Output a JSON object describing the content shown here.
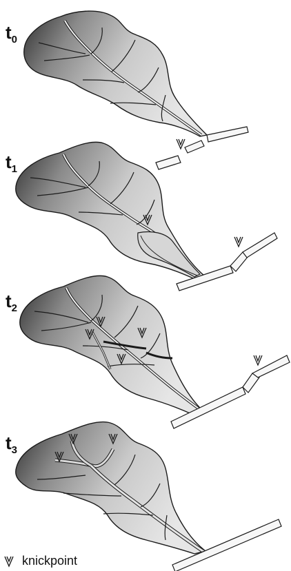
{
  "panels": [
    {
      "label_main": "t",
      "label_sub": "0"
    },
    {
      "label_main": "t",
      "label_sub": "1"
    },
    {
      "label_main": "t",
      "label_sub": "2"
    },
    {
      "label_main": "t",
      "label_sub": "3"
    }
  ],
  "legend": {
    "icon": "knickpoint-icon",
    "text": "knickpoint"
  },
  "colors": {
    "outline": "#1a1a1a",
    "fill_light": "#e4e4e4",
    "fill_dark": "#2e2e2e",
    "channel": "#f2f2f2"
  }
}
